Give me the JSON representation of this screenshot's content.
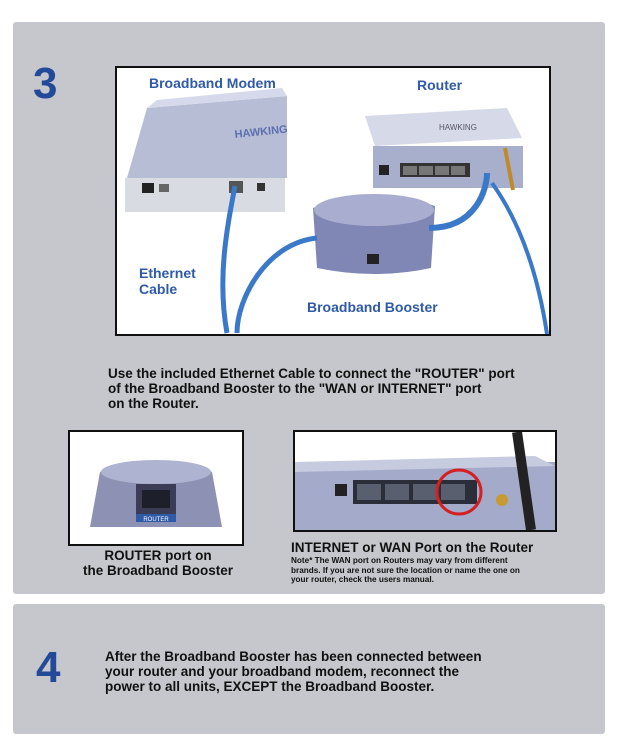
{
  "step3": {
    "number": "3",
    "labels": {
      "modem": "Broadband Modem",
      "router": "Router",
      "ethernet_line1": "Ethernet",
      "ethernet_line2": "Cable",
      "booster": "Broadband Booster"
    },
    "logo_text": "HAWKING",
    "booster_port_label": "ROUTER",
    "instructions": [
      "Use the included Ethernet Cable to connect the \"ROUTER\" port",
      "of the Broadband Booster to the \"WAN or INTERNET\" port",
      "on the Router."
    ],
    "caption_left": [
      "ROUTER port on",
      "the Broadband Booster"
    ],
    "caption_right_title": "INTERNET or WAN Port on the Router",
    "caption_right_note": [
      "Note* The WAN port on Routers may vary from different",
      "brands.  If you are not sure the location or name the one on",
      "your router, check the users manual."
    ]
  },
  "step4": {
    "number": "4",
    "instructions": [
      "After the Broadband Booster has been connected between",
      "your router and your broadband modem, reconnect the",
      "power to all units, EXCEPT the Broadband Booster."
    ]
  },
  "colors": {
    "panel": "#c5c7cc",
    "accent_blue": "#234a98",
    "label_blue": "#2f5aa8",
    "device": "#9aa0bd",
    "cable": "#3a78c9",
    "highlight_circle": "#d42020"
  }
}
